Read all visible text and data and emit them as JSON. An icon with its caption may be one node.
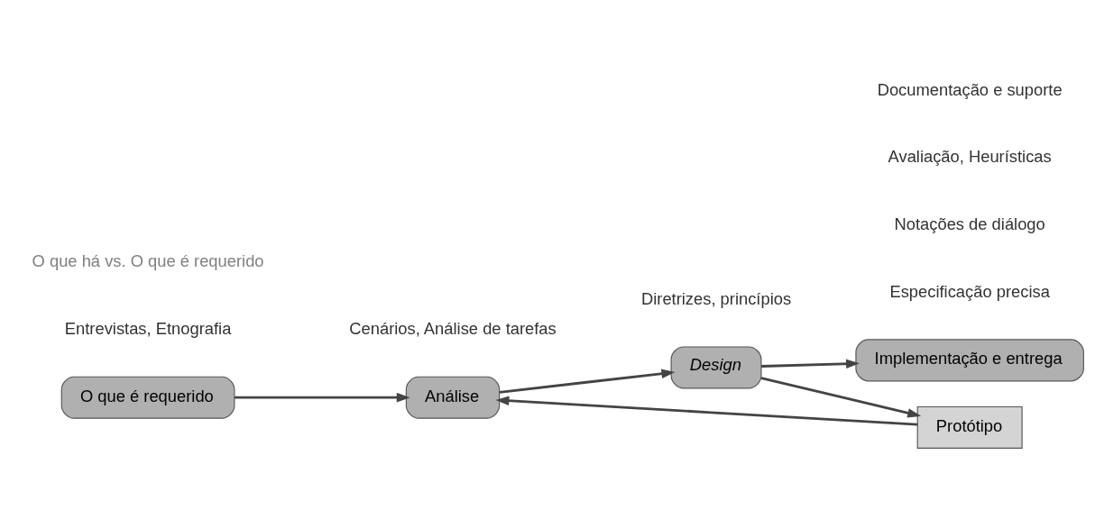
{
  "diagram": {
    "nodes": [
      {
        "text": [
          "O que é requerido"
        ]
      },
      {
        "text": [
          "Análise"
        ]
      },
      {
        "text": [
          "Design"
        ]
      },
      {
        "text": [
          "Implementação e entrega"
        ]
      },
      {
        "text": [
          "Protótipo"
        ]
      }
    ],
    "edges": [
      {
        "from": 0,
        "to": 1,
        "arrow": "to"
      },
      {
        "from": 1,
        "to": 2,
        "arrow": "to"
      },
      {
        "from": 2,
        "to": 3,
        "arrow": "to"
      },
      {
        "from": 2,
        "to": 4,
        "arrow": "to"
      },
      {
        "from": 4,
        "to": 1,
        "arrow": "to"
      }
    ],
    "labels": [
      "Cenários, Análise de tarefas",
      "Entrevistas, Etnografia",
      "O que há vs. O que é requerido",
      "Diretrizes, princípios",
      "Especificação precisa",
      "Notações de diálogo",
      "Avaliação, Heurísticas",
      "Documentação e suporte"
    ]
  }
}
